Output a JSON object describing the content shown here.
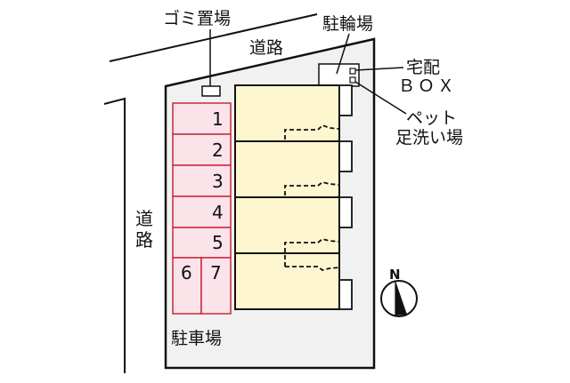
{
  "diagram": {
    "type": "site-plan",
    "colors": {
      "site_fill": "#f1f1f1",
      "building_fill": "#fdf6cf",
      "parking_fill": "#fbe3ea",
      "parking_stroke": "#c82a3a",
      "line": "#111111"
    },
    "labels": {
      "garbage": "ゴミ置場",
      "road_top": "道路",
      "bicycle": "駐輪場",
      "delivery_box_line1": "宅配",
      "delivery_box_line2": "ＢＯＸ",
      "pet_wash_line1": "ペット",
      "pet_wash_line2": "足洗い場",
      "road_left_1": "道",
      "road_left_2": "路",
      "parking": "駐車場",
      "north": "N"
    },
    "parking_spaces": [
      "1",
      "2",
      "3",
      "4",
      "5",
      "6",
      "7"
    ],
    "building_units": 4
  }
}
